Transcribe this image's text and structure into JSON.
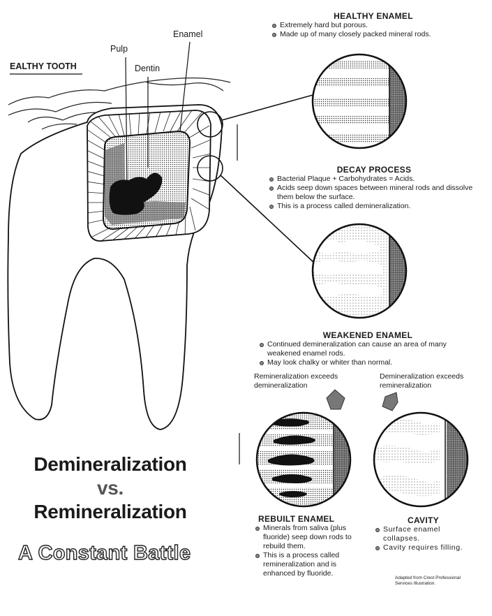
{
  "tooth_label": "EALTHY TOOTH",
  "part_labels": {
    "enamel": "Enamel",
    "pulp": "Pulp",
    "dentin": "Dentin"
  },
  "healthy": {
    "title": "HEALTHY ENAMEL",
    "points": [
      "Extremely hard but porous.",
      "Made up of many closely packed mineral rods."
    ]
  },
  "decay": {
    "title": "DECAY PROCESS",
    "points": [
      "Bacterial Plaque + Carbohydrates = Acids.",
      "Acids seep down spaces between mineral rods and dissolve them below the surface.",
      "This is a process called demineralization."
    ]
  },
  "weakened": {
    "title": "WEAKENED ENAMEL",
    "points": [
      "Continued demineralization can cause an area of many weakened enamel rods.",
      "May look chalky or whiter than normal."
    ]
  },
  "left_condition": "Remineralization exceeds demineralization",
  "right_condition": "Demineralization exceeds remineralization",
  "rebuilt": {
    "title": "REBUILT ENAMEL",
    "points": [
      "Minerals from saliva (plus fluoride) seep down rods to rebuild them.",
      "This is a process called remineralization and is enhanced by fluoride."
    ]
  },
  "cavity": {
    "title": "CAVITY",
    "points": [
      "Surface enamel collapses.",
      "Cavity requires filling."
    ]
  },
  "headline": {
    "line1": "Demineralization",
    "line2": "vs.",
    "line3": "Remineralization"
  },
  "tagline": "A Constant Battle",
  "credit": "Adapted from Crest Professional Services Illustration."
}
